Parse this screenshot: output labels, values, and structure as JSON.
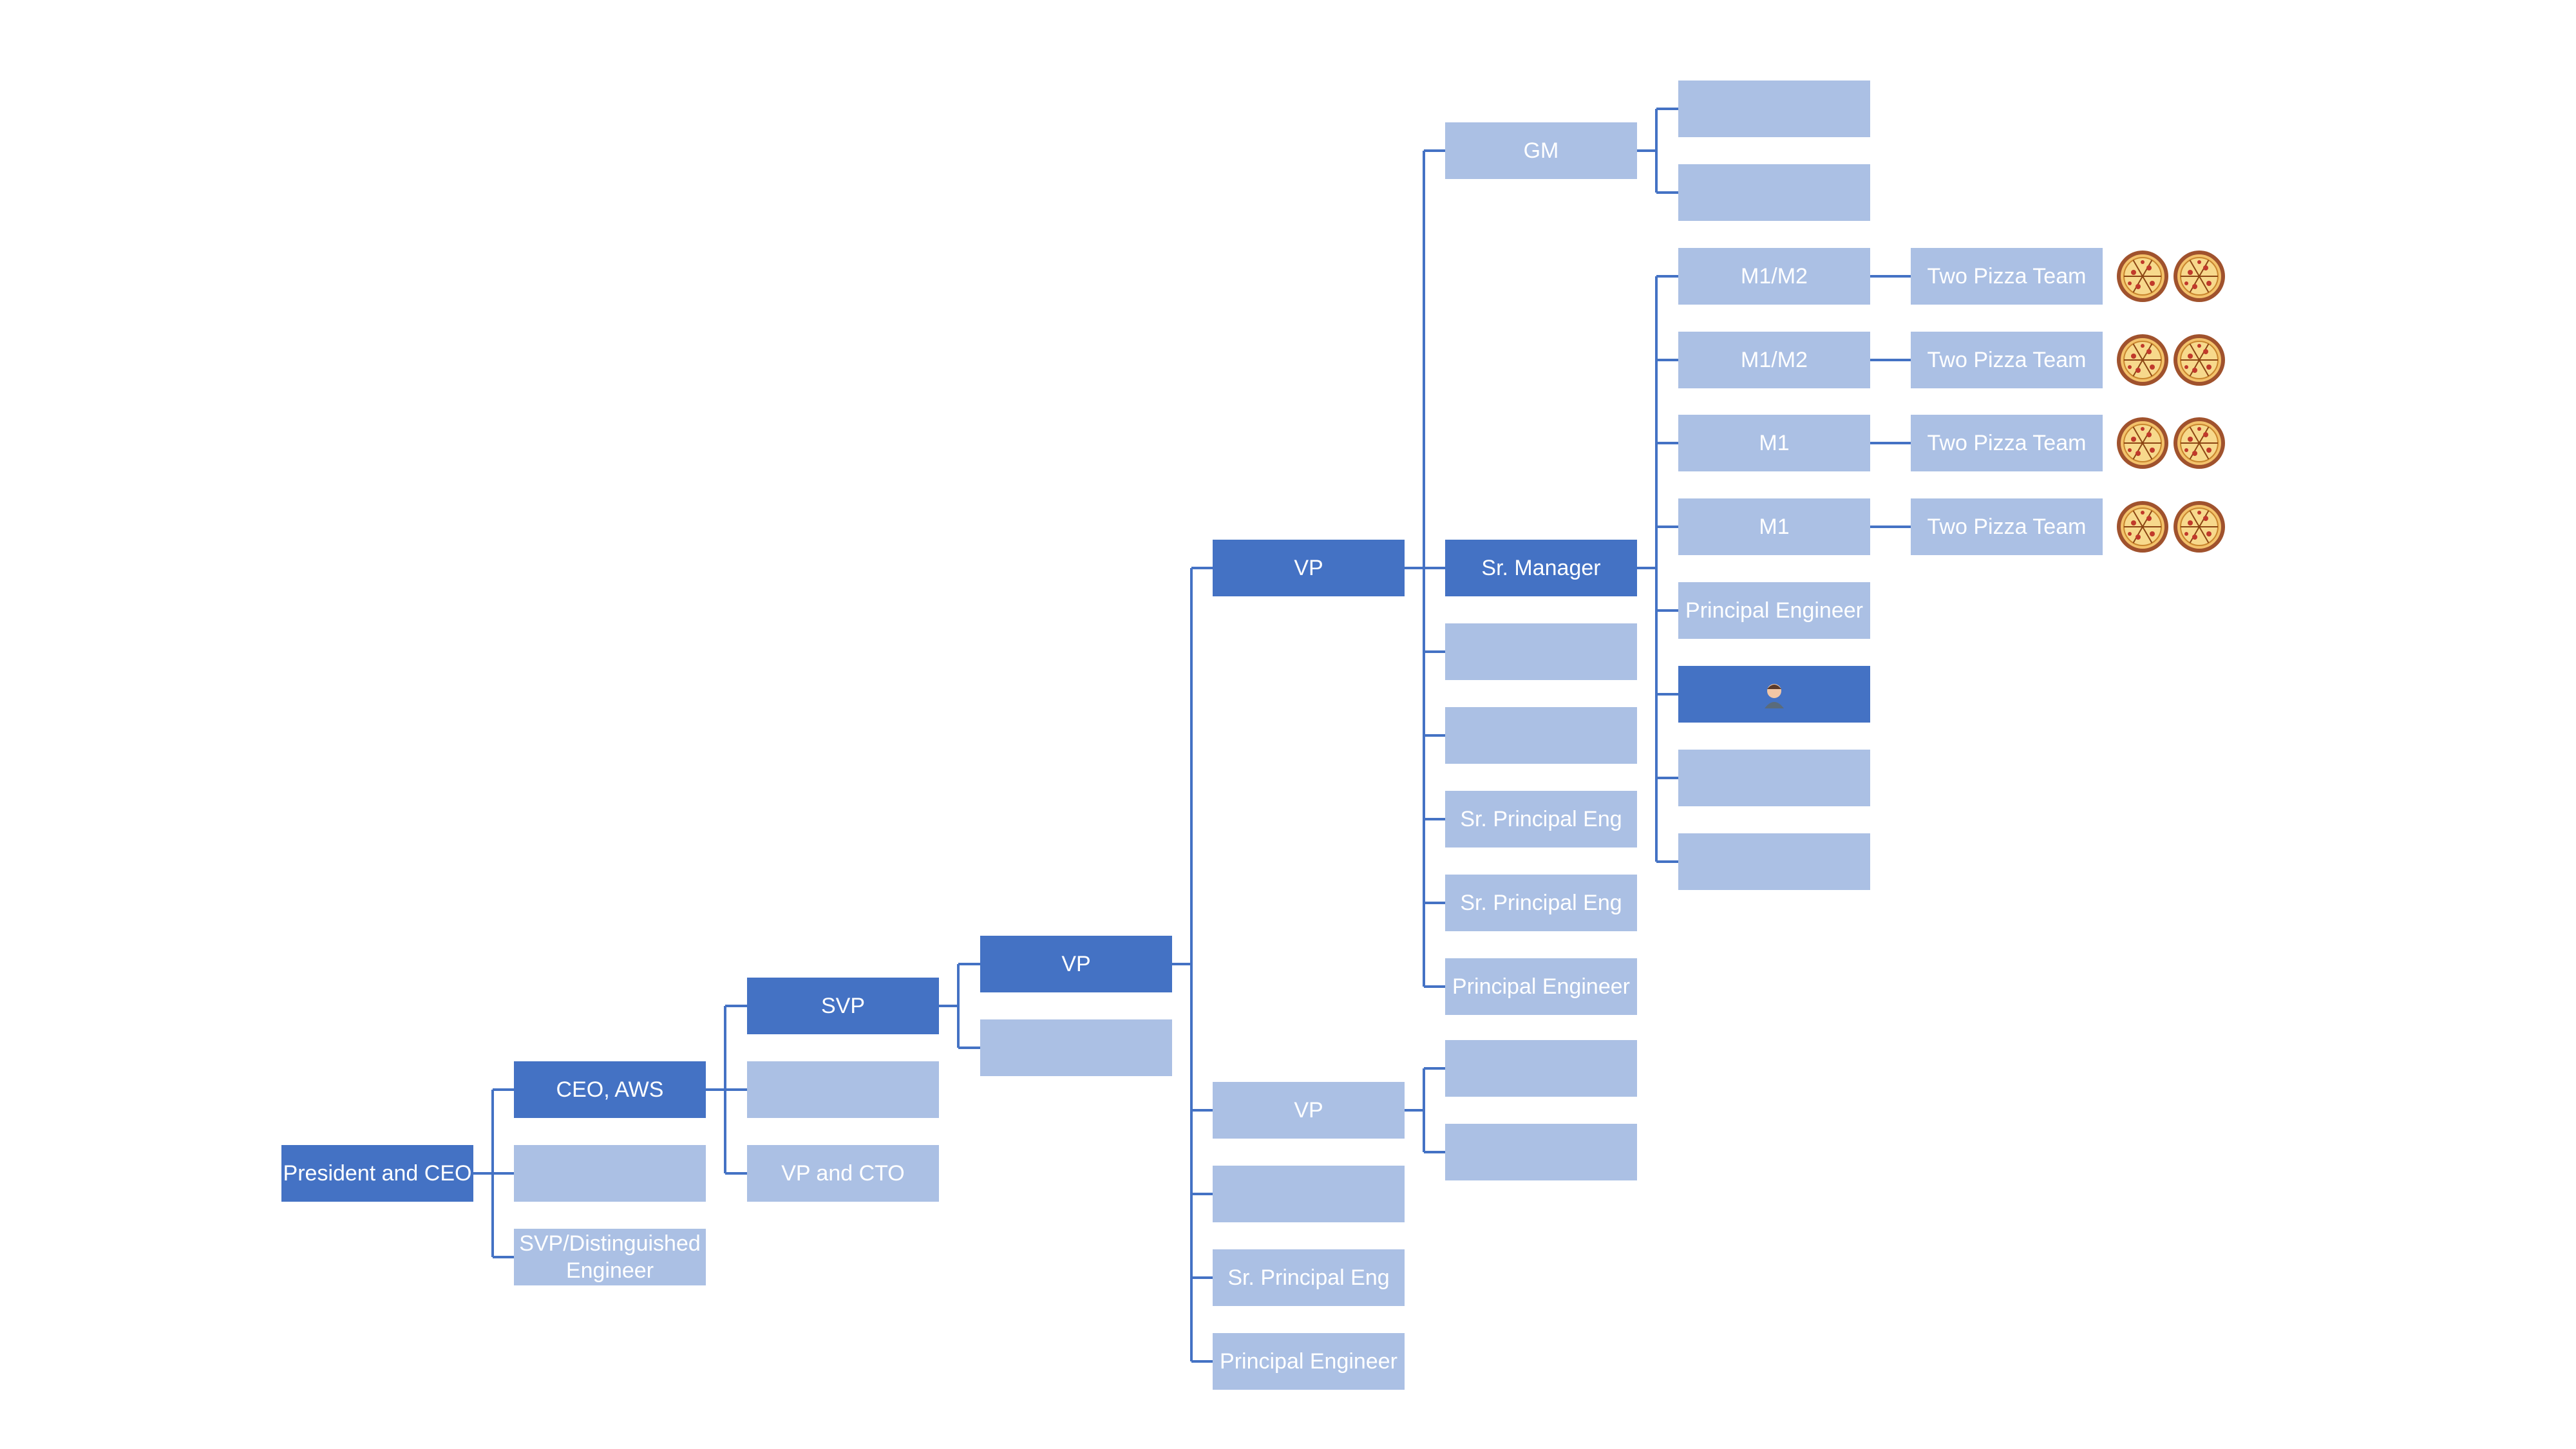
{
  "colors": {
    "dark": "#4472c4",
    "light": "#abc0e4",
    "line": "#4472c4",
    "text": "#ffffff"
  },
  "nodes": {
    "president": {
      "label": "President and CEO",
      "style": "dark"
    },
    "ceo_aws": {
      "label": "CEO, AWS",
      "style": "dark"
    },
    "ceo_sib1": {
      "label": "",
      "style": "light"
    },
    "svp_de": {
      "label": "SVP/Distinguished Engineer",
      "style": "light"
    },
    "svp": {
      "label": "SVP",
      "style": "dark"
    },
    "svp_sib1": {
      "label": "",
      "style": "light"
    },
    "vp_cto": {
      "label": "VP and CTO",
      "style": "light"
    },
    "vp1": {
      "label": "VP",
      "style": "dark"
    },
    "vp1_sib": {
      "label": "",
      "style": "light"
    },
    "vp2": {
      "label": "VP",
      "style": "dark"
    },
    "vp3": {
      "label": "VP",
      "style": "light"
    },
    "vp2_sib1": {
      "label": "",
      "style": "light"
    },
    "vp2_spe": {
      "label": "Sr. Principal Eng",
      "style": "light"
    },
    "vp2_pe": {
      "label": "Principal Engineer",
      "style": "light"
    },
    "gm": {
      "label": "GM",
      "style": "light"
    },
    "sr_mgr": {
      "label": "Sr. Manager",
      "style": "dark"
    },
    "l5_e1": {
      "label": "",
      "style": "light"
    },
    "l5_e2": {
      "label": "",
      "style": "light"
    },
    "l5_spe1": {
      "label": "Sr. Principal Eng",
      "style": "light"
    },
    "l5_spe2": {
      "label": "Sr. Principal Eng",
      "style": "light"
    },
    "l5_pe": {
      "label": "Principal Engineer",
      "style": "light"
    },
    "vp3_e1": {
      "label": "",
      "style": "light"
    },
    "vp3_e2": {
      "label": "",
      "style": "light"
    },
    "gm_e1": {
      "label": "",
      "style": "light"
    },
    "gm_e2": {
      "label": "",
      "style": "light"
    },
    "m1m2_a": {
      "label": "M1/M2",
      "style": "light"
    },
    "m1m2_b": {
      "label": "M1/M2",
      "style": "light"
    },
    "m1_a": {
      "label": "M1",
      "style": "light"
    },
    "m1_b": {
      "label": "M1",
      "style": "light"
    },
    "sm_pe": {
      "label": "Principal Engineer",
      "style": "light"
    },
    "me": {
      "label": "",
      "style": "dark",
      "icon": "person-icon"
    },
    "sm_e1": {
      "label": "",
      "style": "light"
    },
    "sm_e2": {
      "label": "",
      "style": "light"
    },
    "team1": {
      "label": "Two Pizza Team",
      "style": "light",
      "icon": "pizza-icon"
    },
    "team2": {
      "label": "Two Pizza Team",
      "style": "light",
      "icon": "pizza-icon"
    },
    "team3": {
      "label": "Two Pizza Team",
      "style": "light",
      "icon": "pizza-icon"
    },
    "team4": {
      "label": "Two Pizza Team",
      "style": "light",
      "icon": "pizza-icon"
    }
  },
  "hierarchy": {
    "president": [
      "ceo_aws",
      "ceo_sib1",
      "svp_de"
    ],
    "ceo_aws": [
      "svp",
      "svp_sib1",
      "vp_cto"
    ],
    "svp": [
      "vp1",
      "vp1_sib"
    ],
    "vp1": [
      "vp2",
      "vp3",
      "vp2_sib1",
      "vp2_spe",
      "vp2_pe"
    ],
    "vp2": [
      "gm",
      "sr_mgr",
      "l5_e1",
      "l5_e2",
      "l5_spe1",
      "l5_spe2",
      "l5_pe"
    ],
    "vp3": [
      "vp3_e1",
      "vp3_e2"
    ],
    "gm": [
      "gm_e1",
      "gm_e2"
    ],
    "sr_mgr": [
      "m1m2_a",
      "m1m2_b",
      "m1_a",
      "m1_b",
      "sm_pe",
      "me",
      "sm_e1",
      "sm_e2"
    ],
    "m1m2_a": [
      "team1"
    ],
    "m1m2_b": [
      "team2"
    ],
    "m1_a": [
      "team3"
    ],
    "m1_b": [
      "team4"
    ]
  }
}
